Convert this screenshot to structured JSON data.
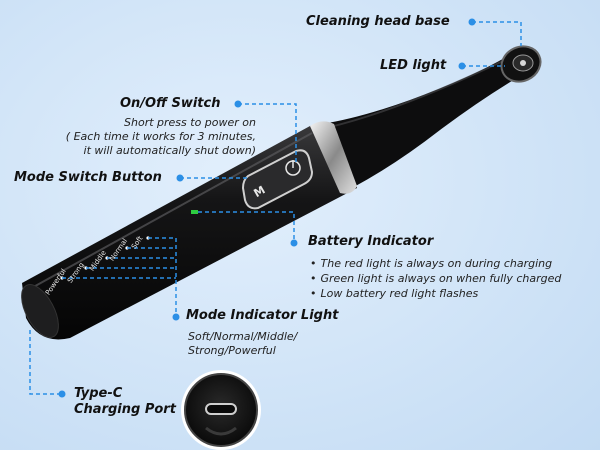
{
  "callouts": {
    "cleaning_head_base": "Cleaning head base",
    "led_light": "LED light",
    "on_off_switch": {
      "title": "On/Off Switch",
      "lines": [
        "Short press to power on",
        "( Each time it works for 3 minutes,",
        "it will automatically shut down)"
      ]
    },
    "mode_switch_button": "Mode Switch Button",
    "battery_indicator": {
      "title": "Battery Indicator",
      "bullets": [
        "The red light is always on during charging",
        "Green light is always on when fully charged",
        "Low battery red light flashes"
      ]
    },
    "mode_indicator_light": {
      "title": "Mode Indicator Light",
      "lines": [
        "Soft/Normal/Middle/",
        "Strong/Powerful"
      ]
    },
    "type_c_port": {
      "line1": "Type-C",
      "line2": "Charging Port"
    }
  },
  "device_mode_labels": [
    "Soft",
    "Normal",
    "Middle",
    "Strong",
    "Powerful"
  ],
  "colors": {
    "accent": "#2b8fe6",
    "body": "#0f0f10",
    "chrome": "#c8c8c8",
    "background": "#cfe4f8"
  }
}
